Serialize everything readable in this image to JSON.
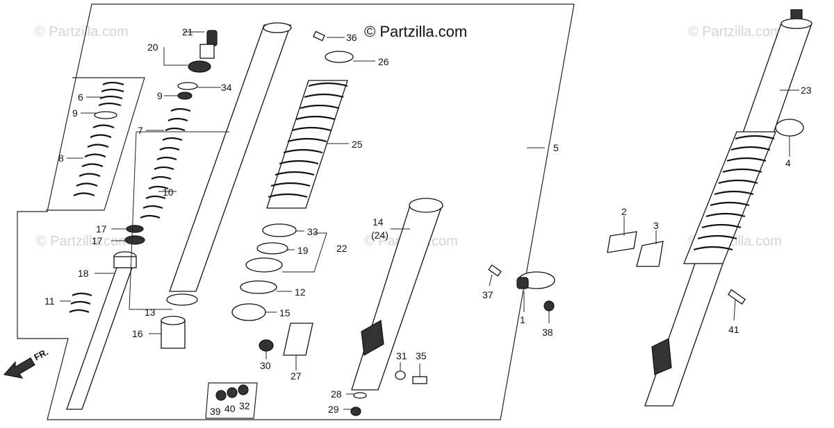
{
  "copyright": "© Partzilla.com",
  "watermark": "© Partzilla.com",
  "direction_label": "FR.",
  "labels": {
    "p1": "1",
    "p2": "2",
    "p3": "3",
    "p4": "4",
    "p5": "5",
    "p6": "6",
    "p7": "7",
    "p8": "8",
    "p9a": "9",
    "p9b": "9",
    "p10": "10",
    "p11": "11",
    "p12": "12",
    "p13": "13",
    "p14": "14",
    "p24": "(24)",
    "p15": "15",
    "p16": "16",
    "p17a": "17",
    "p17b": "17",
    "p18": "18",
    "p19": "19",
    "p20": "20",
    "p21": "21",
    "p22": "22",
    "p23": "23",
    "p25": "25",
    "p26": "26",
    "p27": "27",
    "p28": "28",
    "p29": "29",
    "p30": "30",
    "p31": "31",
    "p32": "32",
    "p33": "33",
    "p34": "34",
    "p35": "35",
    "p36": "36",
    "p37": "37",
    "p38": "38",
    "p39": "39",
    "p40": "40",
    "p41": "41"
  }
}
